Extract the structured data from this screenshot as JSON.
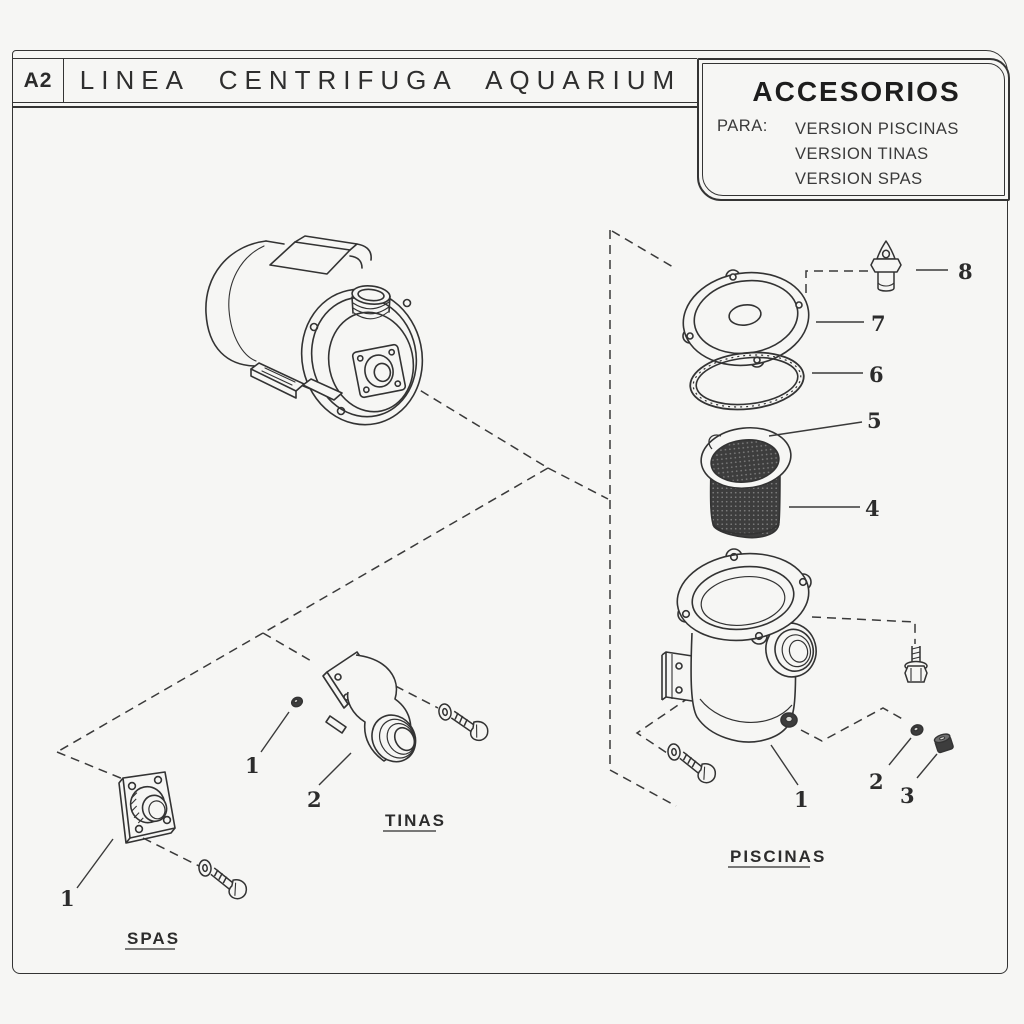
{
  "header": {
    "sheet_code": "A2",
    "title": "LINEA CENTRIFUGA AQUARIUM"
  },
  "accessories_panel": {
    "title": "ACCESORIOS",
    "for_label": "PARA:",
    "versions": [
      "VERSION PISCINAS",
      "VERSION TINAS",
      "VERSION SPAS"
    ]
  },
  "section_labels": {
    "piscinas": "PISCINAS",
    "tinas": "TINAS",
    "spas": "SPAS"
  },
  "callout_numbers": {
    "n1": "1",
    "n2": "2",
    "n3": "3",
    "n4": "4",
    "n5": "5",
    "n6": "6",
    "n7": "7",
    "n8": "8"
  },
  "colors": {
    "ink": "#333333",
    "paper": "#f6f6f4",
    "mesh_dark": "#3d3d3d"
  }
}
